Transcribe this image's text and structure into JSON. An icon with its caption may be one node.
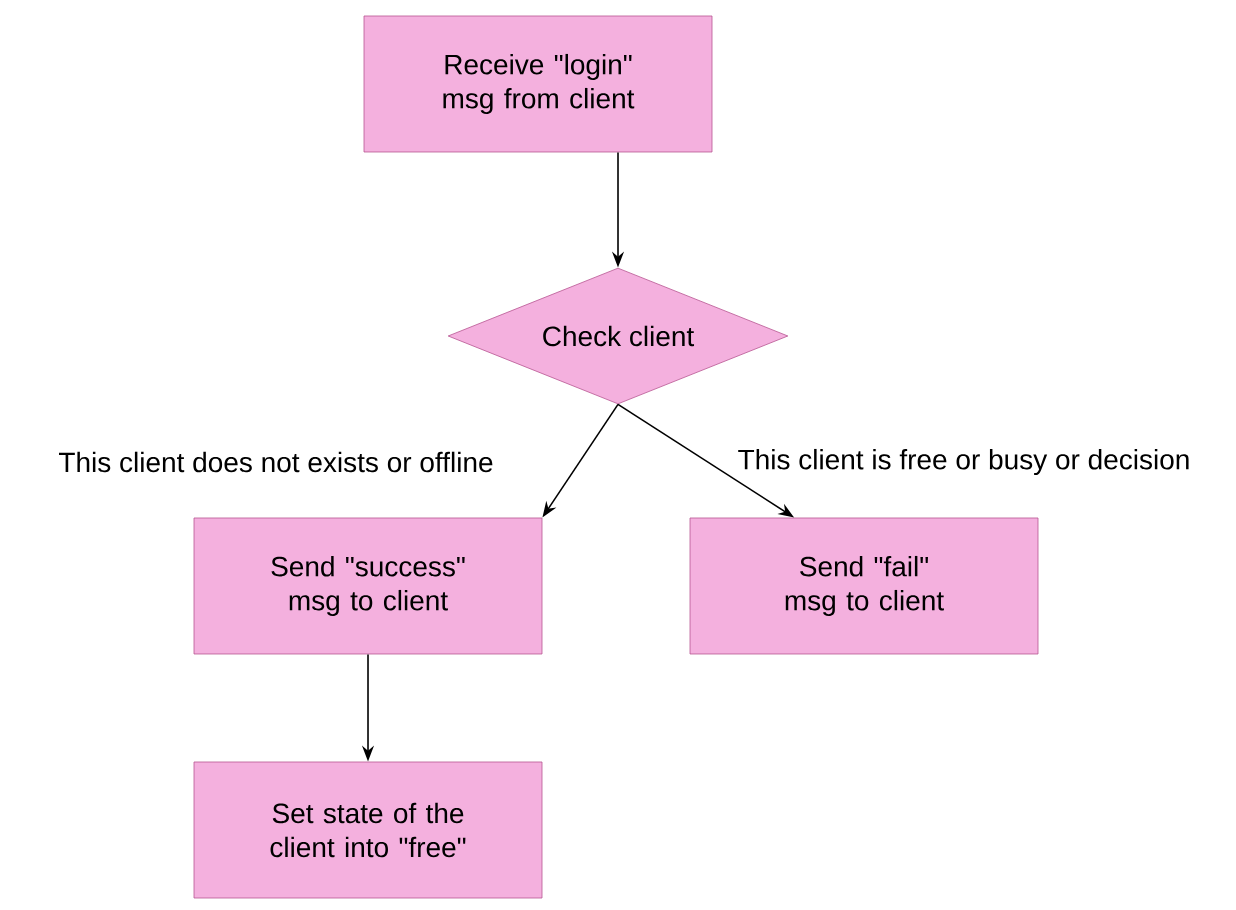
{
  "diagram": {
    "nodes": [
      {
        "text": [
          "Receive \"login\" msg from client"
        ]
      },
      {
        "text": [
          "Check client"
        ]
      },
      {
        "text": [
          "Send \"success\" msg to client"
        ]
      },
      {
        "text": [
          "Send \"fail\" msg to client"
        ]
      },
      {
        "text": [
          "Set state of the client into \"free\""
        ]
      }
    ],
    "edges": [
      {
        "from": 0,
        "to": 1,
        "arrow": "to"
      },
      {
        "from": 1,
        "to": 2,
        "arrow": "to",
        "label": "This client does not exists or offline"
      },
      {
        "from": 1,
        "to": 3,
        "arrow": "to",
        "label": "This client is free or busy or decision"
      },
      {
        "from": 2,
        "to": 4,
        "arrow": "to"
      }
    ]
  }
}
